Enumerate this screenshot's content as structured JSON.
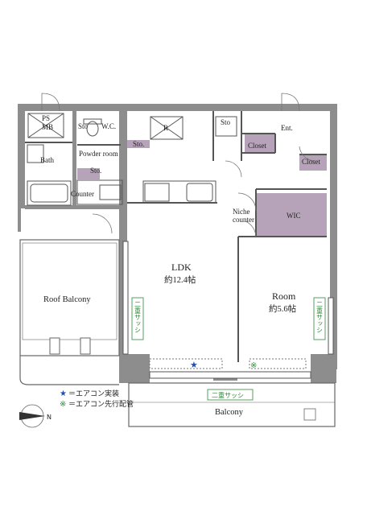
{
  "rooms": {
    "ps_mb": "PS\nMB",
    "sto_wc": "Sto",
    "wc": "W.C.",
    "r": "R",
    "sto_ldk": "Sto.",
    "sto_ent": "Sto",
    "ent": "Ent.",
    "closet_1": "Closet",
    "closet_2": "Closet",
    "powder_room": "Powder room",
    "bath": "Bath",
    "sto_powder": "Sto.",
    "counter": "Counter",
    "niche_counter": "Niche\ncounter",
    "wic": "WIC",
    "ldk": "LDK",
    "ldk_size": "約12.4帖",
    "room": "Room",
    "room_size": "約5.6帖",
    "roof_balcony": "Roof Balcony",
    "balcony": "Balcony"
  },
  "sash": {
    "ldk": "二重サッシ",
    "room": "二重サッシ",
    "balcony": "二重サッシ"
  },
  "legend": {
    "installed": "＝エアコン実装",
    "preinstalled": "＝エアコン先行配管"
  },
  "compass": {
    "north": "N"
  },
  "colors": {
    "wall": "#8d8d8d",
    "accent_storage": "#b7a3b9",
    "sash_green": "#2e8b3a",
    "star_blue": "#1e4fb5"
  }
}
